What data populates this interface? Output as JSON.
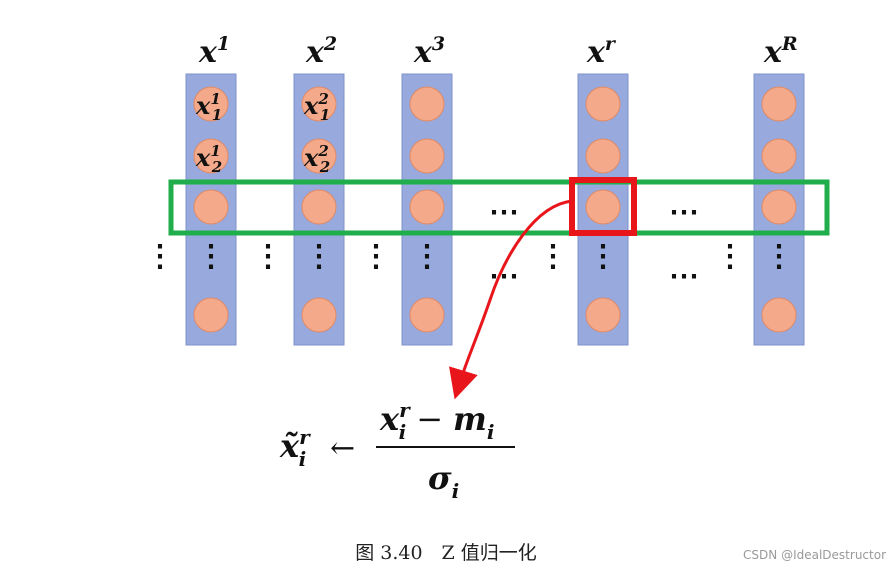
{
  "columns": [
    {
      "base": "x",
      "sup": "1"
    },
    {
      "base": "x",
      "sup": "2"
    },
    {
      "base": "x",
      "sup": "3"
    },
    {
      "base": "x",
      "sup": "r"
    },
    {
      "base": "x",
      "sup": "R"
    }
  ],
  "cell_labels": [
    {
      "base": "x",
      "sub": "1",
      "sup": "1"
    },
    {
      "base": "x",
      "sub": "2",
      "sup": "1"
    },
    {
      "base": "x",
      "sub": "1",
      "sup": "2"
    },
    {
      "base": "x",
      "sub": "2",
      "sup": "2"
    }
  ],
  "ellipsis_h": "⋯",
  "ellipsis_v": "⋮",
  "formula": {
    "lhs_base": "x̃",
    "lhs_sub": "i",
    "lhs_sup": "r",
    "arrow": "←",
    "num_base": "x",
    "num_sub": "i",
    "num_sup": "r",
    "num_minus": "−",
    "num_m": "m",
    "num_m_sub": "i",
    "den_base": "σ",
    "den_sub": "i"
  },
  "caption": "图 3.40　Z 值归一化",
  "watermark": "CSDN @IdealDestructor",
  "colors": {
    "column_fill": "#97a9dd",
    "column_stroke": "#7f93cc",
    "node_fill": "#f3a98a",
    "node_stroke": "#e08a66",
    "row_highlight": "#1fae4b",
    "cell_highlight": "#e8151b",
    "arrow": "#e8151b"
  }
}
